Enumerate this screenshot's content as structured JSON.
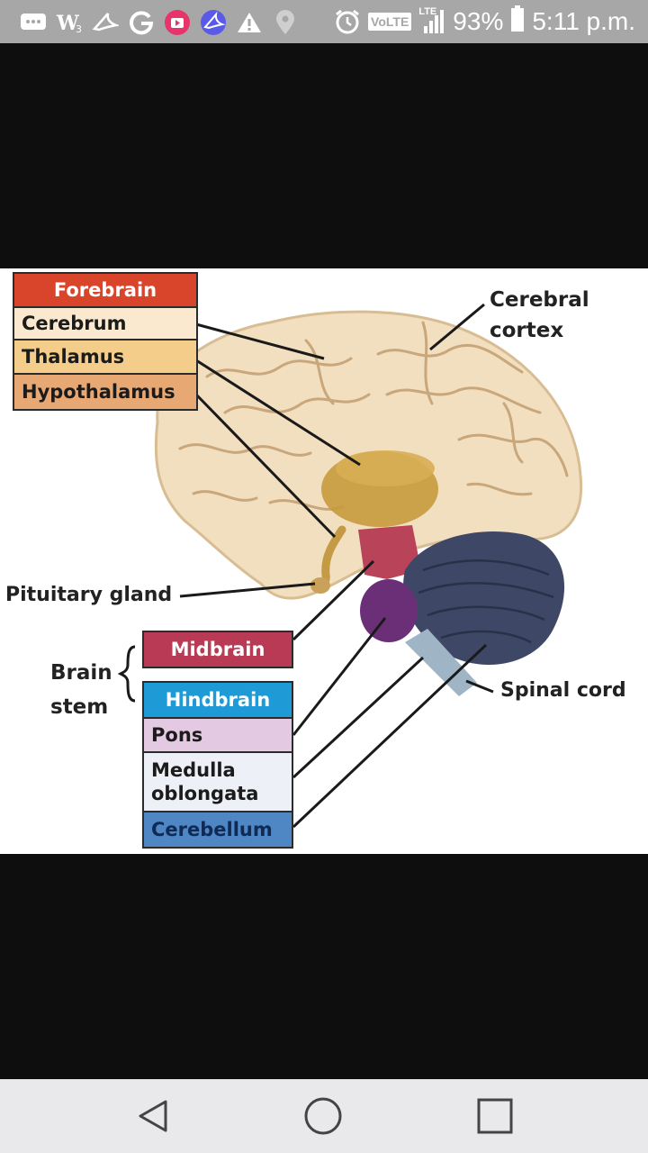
{
  "status_bar": {
    "icons": [
      "messages-icon",
      "wifi-hotspot-icon",
      "bird-icon",
      "google-icon",
      "video-app-icon",
      "bird-app-icon",
      "warning-icon",
      "location-icon",
      "alarm-icon"
    ],
    "volte": "VoLTE",
    "network": "LTE",
    "battery": "93%",
    "time": "5:11 p.m."
  },
  "diagram": {
    "forebrain_header": "Forebrain",
    "forebrain_items": [
      "Cerebrum",
      "Thalamus",
      "Hypothalamus"
    ],
    "cerebral_cortex_line1": "Cerebral",
    "cerebral_cortex_line2": "cortex",
    "pituitary": "Pituitary gland",
    "brain_stem_line1": "Brain",
    "brain_stem_line2": "stem",
    "midbrain": "Midbrain",
    "hindbrain_header": "Hindbrain",
    "pons": "Pons",
    "medulla_line1": "Medulla",
    "medulla_line2": "oblongata",
    "cerebellum": "Cerebellum",
    "spinal_cord": "Spinal cord",
    "colors": {
      "forebrain": "#d9452a",
      "midbrain": "#b83a55",
      "hindbrain": "#1e9ad6",
      "cerebellum": "#4f86c4",
      "pons": "#e4c9e2",
      "medulla": "#eef0f8"
    }
  },
  "nav_bar": {
    "buttons": [
      "back-button",
      "home-button",
      "recents-button"
    ]
  }
}
